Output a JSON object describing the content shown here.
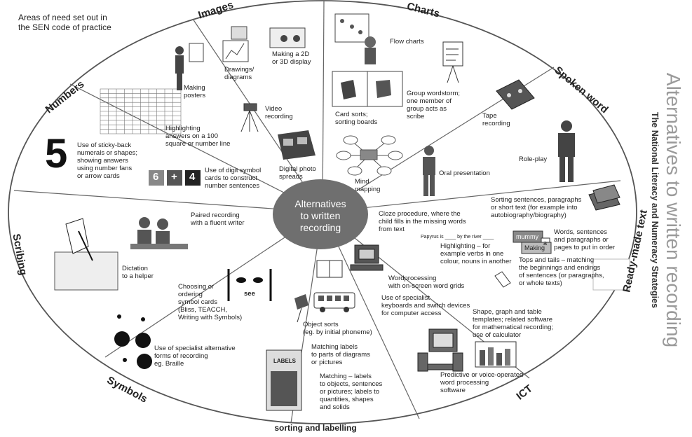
{
  "corner_note": "Areas of need set out in\nthe SEN code of practice",
  "title": "Alternatives to written recording",
  "subtitle": "The National Literacy and Numeracy Strategies",
  "center": "Alternatives\nto written\nrecording",
  "bottom_label": "sorting and labelling",
  "categories": {
    "images": "Images",
    "charts": "Charts",
    "spoken": "Spoken word",
    "readymade": "Ready-made text",
    "ict": "ICT",
    "symbols": "Symbols",
    "scribing": "Scribing",
    "numbers": "Numbers"
  },
  "items": {
    "making_posters": "Making\nposters",
    "drawings": "Drawings/\ndiagrams",
    "making_display": "Making a 2D\nor 3D display",
    "video": "Video\nrecording",
    "digital_photo": "Digital photo\nspreads",
    "flow_charts": "Flow charts",
    "group_wordstorm": "Group wordstorm;\none member of\ngroup acts as\nscribe",
    "card_sorts": "Card sorts;\nsorting boards",
    "mind_mapping": "Mind\nmapping",
    "tape": "Tape\nrecording",
    "role_play": "Role-play",
    "oral_presentation": "Oral presentation",
    "cloze": "Cloze procedure, where the\nchild fills in the missing words\nfrom text",
    "cloze_sample": "Papyrus is ____ by the river ____",
    "highlighting_verbs": "Highlighting – for\nexample verbs in one\ncolour, nouns in another",
    "sorting_sentences": "Sorting sentences, paragraphs\nor short text (for example into\nautobiography/biography)",
    "words_sentences": "Words, sentences\nand paragraphs or\npages to put in order",
    "mummy": "mummy",
    "a": "a",
    "making": "Making",
    "tops_tails": "Tops and tails – matching\nthe beginnings and endings\nof sentences (or paragraphs,\nor whole texts)",
    "wordprocessing": "Wordprocessing\nwith on-screen word grids",
    "specialist_keyboards": "Use of specialist\nkeyboards and switch devices\nfor computer access",
    "shape_graph": "Shape, graph and table\ntemplates; related software\nfor mathematical recording;\nuse of calculator",
    "predictive": "Predictive or voice-operated\nword processing\nsoftware",
    "object_sorts": "Object sorts\n(eg. by initial phoneme)",
    "matching_labels": "Matching labels\nto parts of diagrams\nor pictures",
    "matching_objects": "Matching – labels\nto objects, sentences\nor pictures; labels to\nquantities, shapes\nand solids",
    "labels_box": "LABELS",
    "specialist_forms": "Use of specialist alternative\nforms of recording\neg. Braille",
    "choosing_symbols": "Choosing or\nordering\nsymbol cards\n(Bliss, TEACCH,\nWriting with Symbols)",
    "see": "see",
    "paired": "Paired recording\nwith a fluent writer",
    "dictation": "Dictation\nto a helper",
    "sticky_back": "Use of sticky-back\nnumerals or shapes;\nshowing answers\nusing number fans\nor arrow cards",
    "five": "5",
    "highlighting_100": "Highlighting\nanswers on a 100\nsquare or number line",
    "digit_cards": "Use of digit symbol\ncards to construct\nnumber sentences",
    "six": "6",
    "plus": "+",
    "four": "4"
  },
  "colors": {
    "center_fill": "#6f6f6f",
    "line": "#666666",
    "title_gray": "#9a9a9a"
  }
}
